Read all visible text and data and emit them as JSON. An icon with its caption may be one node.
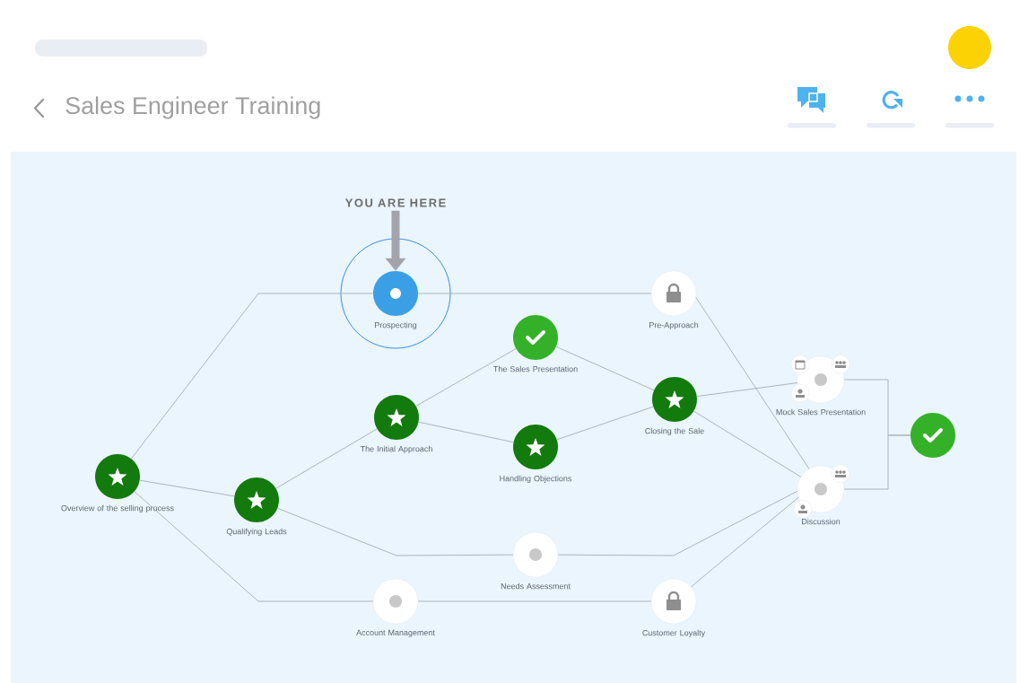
{
  "diagram": {
    "title": "Sales Engineer Training",
    "nodes": [
      {
        "text": [
          "YOU ARE HERE"
        ]
      },
      {
        "text": [
          "Overview of the selling process"
        ]
      },
      {
        "text": [
          "Prospecting"
        ]
      },
      {
        "text": [
          "Qualifying Leads"
        ]
      },
      {
        "text": [
          "The Initial Approach"
        ]
      },
      {
        "text": [
          "The Sales Presentation"
        ]
      },
      {
        "text": [
          "Handling Objections"
        ]
      },
      {
        "text": [
          "Account Management"
        ]
      },
      {
        "text": [
          "Needs Assessment"
        ]
      },
      {
        "text": [
          "Pre-Approach"
        ]
      },
      {
        "text": [
          "Closing the Sale"
        ]
      },
      {
        "text": [
          "Customer Loyalty"
        ]
      },
      {
        "text": [
          "Mock Sales Presentation"
        ]
      },
      {
        "text": [
          "Discussion"
        ]
      },
      {
        "text": [],
        "shape": "circle"
      }
    ],
    "edges": [
      {
        "from": 0,
        "to": 2,
        "arrow": "to",
        "style": "thick",
        "color": "#a3a4ab"
      },
      {
        "from": 1,
        "to": 2,
        "arrow": "none"
      },
      {
        "from": 2,
        "to": 9,
        "arrow": "none"
      },
      {
        "from": 1,
        "to": 3,
        "arrow": "none"
      },
      {
        "from": 1,
        "to": 7,
        "arrow": "none"
      },
      {
        "from": 3,
        "to": 4,
        "arrow": "none"
      },
      {
        "from": 3,
        "to": 8,
        "arrow": "none"
      },
      {
        "from": 4,
        "to": 5,
        "arrow": "none"
      },
      {
        "from": 4,
        "to": 6,
        "arrow": "none"
      },
      {
        "from": 5,
        "to": 10,
        "arrow": "none"
      },
      {
        "from": 6,
        "to": 10,
        "arrow": "none"
      },
      {
        "from": 9,
        "to": 13,
        "arrow": "none"
      },
      {
        "from": 10,
        "to": 12,
        "arrow": "none"
      },
      {
        "from": 10,
        "to": 13,
        "arrow": "none"
      },
      {
        "from": 8,
        "to": 13,
        "arrow": "none"
      },
      {
        "from": 7,
        "to": 11,
        "arrow": "none"
      },
      {
        "from": 11,
        "to": 13,
        "arrow": "none"
      },
      {
        "from": 12,
        "to": 14,
        "arrow": "none"
      },
      {
        "from": 13,
        "to": 14,
        "arrow": "none"
      }
    ]
  }
}
